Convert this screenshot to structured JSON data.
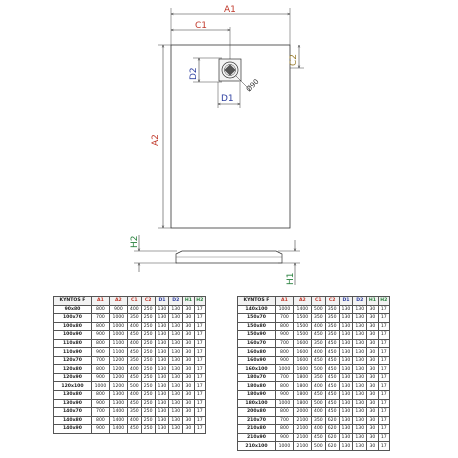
{
  "drawing": {
    "dimension_labels": {
      "a1": "A1",
      "c1": "C1",
      "c2": "C2",
      "d2": "D2",
      "d1": "D1",
      "a2": "A2",
      "h2": "H2",
      "h1": "H1",
      "drain": "Ø90"
    },
    "colors": {
      "red": "#c0392b",
      "blue": "#2c3e9f",
      "green": "#27803c",
      "olive": "#9a7d2e",
      "line": "#333333"
    }
  },
  "tables": {
    "headers": [
      "KYNTOS F",
      "A1",
      "A2",
      "C1",
      "C2",
      "D1",
      "D2",
      "H1",
      "H2"
    ],
    "header_colors": [
      "",
      "red",
      "red",
      "red",
      "red",
      "blue",
      "blue",
      "green",
      "green"
    ],
    "left": [
      [
        "90x80",
        "800",
        "900",
        "400",
        "250",
        "130",
        "130",
        "30",
        "17"
      ],
      [
        "100x70",
        "700",
        "1000",
        "350",
        "250",
        "130",
        "130",
        "30",
        "17"
      ],
      [
        "100x80",
        "800",
        "1000",
        "400",
        "250",
        "130",
        "130",
        "30",
        "17"
      ],
      [
        "100x90",
        "900",
        "1000",
        "450",
        "250",
        "130",
        "130",
        "30",
        "17"
      ],
      [
        "110x80",
        "800",
        "1100",
        "400",
        "250",
        "130",
        "130",
        "30",
        "17"
      ],
      [
        "110x90",
        "900",
        "1100",
        "450",
        "250",
        "130",
        "130",
        "30",
        "17"
      ],
      [
        "120x70",
        "700",
        "1200",
        "350",
        "250",
        "130",
        "130",
        "30",
        "17"
      ],
      [
        "120x80",
        "800",
        "1200",
        "400",
        "250",
        "130",
        "130",
        "30",
        "17"
      ],
      [
        "120x90",
        "900",
        "1200",
        "450",
        "250",
        "130",
        "130",
        "30",
        "17"
      ],
      [
        "120x100",
        "1000",
        "1200",
        "500",
        "250",
        "130",
        "130",
        "30",
        "17"
      ],
      [
        "130x80",
        "800",
        "1300",
        "400",
        "250",
        "130",
        "130",
        "30",
        "17"
      ],
      [
        "130x90",
        "900",
        "1300",
        "450",
        "250",
        "130",
        "130",
        "30",
        "17"
      ],
      [
        "140x70",
        "700",
        "1400",
        "350",
        "250",
        "130",
        "130",
        "30",
        "17"
      ],
      [
        "140x80",
        "800",
        "1400",
        "400",
        "250",
        "130",
        "130",
        "30",
        "17"
      ],
      [
        "140x90",
        "900",
        "1400",
        "450",
        "250",
        "130",
        "130",
        "30",
        "17"
      ]
    ],
    "right": [
      [
        "140x100",
        "1000",
        "1400",
        "500",
        "350",
        "130",
        "130",
        "30",
        "17"
      ],
      [
        "150x70",
        "700",
        "1500",
        "350",
        "350",
        "130",
        "130",
        "30",
        "17"
      ],
      [
        "150x80",
        "800",
        "1500",
        "400",
        "350",
        "130",
        "130",
        "30",
        "17"
      ],
      [
        "150x90",
        "900",
        "1500",
        "450",
        "350",
        "130",
        "130",
        "30",
        "17"
      ],
      [
        "160x70",
        "700",
        "1600",
        "350",
        "450",
        "130",
        "130",
        "30",
        "17"
      ],
      [
        "160x80",
        "800",
        "1600",
        "400",
        "450",
        "130",
        "130",
        "30",
        "17"
      ],
      [
        "160x90",
        "900",
        "1600",
        "450",
        "450",
        "130",
        "130",
        "30",
        "17"
      ],
      [
        "160x100",
        "1000",
        "1600",
        "500",
        "450",
        "130",
        "130",
        "30",
        "17"
      ],
      [
        "180x70",
        "700",
        "1800",
        "350",
        "450",
        "130",
        "130",
        "30",
        "17"
      ],
      [
        "180x80",
        "800",
        "1800",
        "400",
        "450",
        "130",
        "130",
        "30",
        "17"
      ],
      [
        "180x90",
        "900",
        "1800",
        "450",
        "450",
        "130",
        "130",
        "30",
        "17"
      ],
      [
        "180x100",
        "1000",
        "1800",
        "500",
        "450",
        "130",
        "130",
        "30",
        "17"
      ],
      [
        "200x80",
        "800",
        "2000",
        "400",
        "450",
        "130",
        "130",
        "30",
        "17"
      ],
      [
        "210x70",
        "700",
        "2100",
        "350",
        "620",
        "130",
        "130",
        "30",
        "17"
      ],
      [
        "210x80",
        "800",
        "2100",
        "400",
        "620",
        "130",
        "130",
        "30",
        "17"
      ],
      [
        "210x90",
        "900",
        "2100",
        "450",
        "620",
        "130",
        "130",
        "30",
        "17"
      ],
      [
        "210x100",
        "1000",
        "2100",
        "500",
        "620",
        "130",
        "130",
        "30",
        "17"
      ]
    ]
  }
}
